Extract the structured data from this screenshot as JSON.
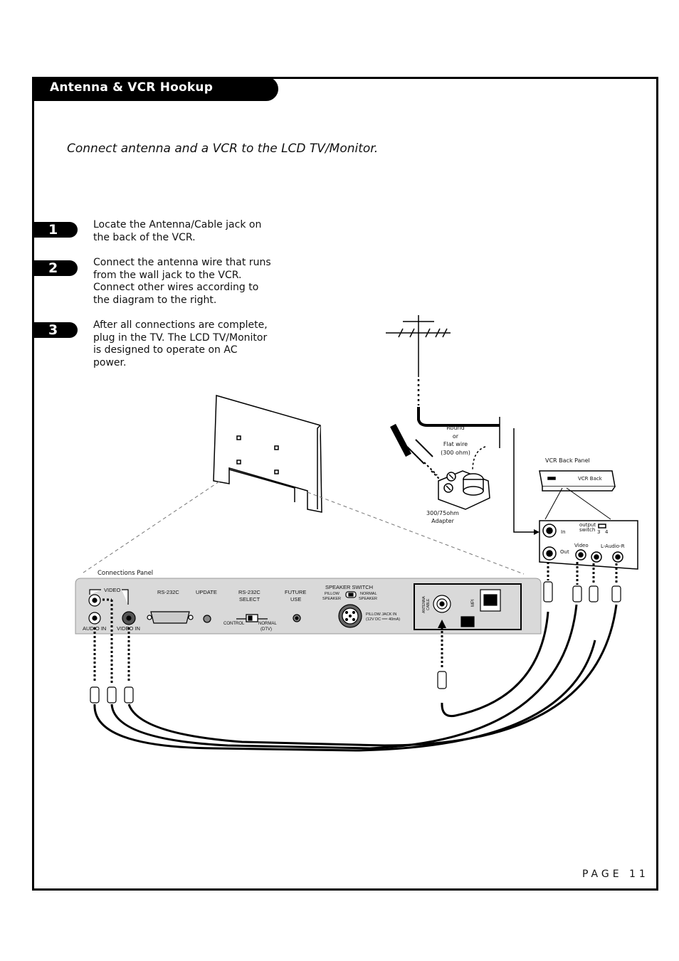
{
  "header": {
    "title": "Antenna & VCR Hookup"
  },
  "subtitle": "Connect antenna and a VCR to the LCD TV/Monitor.",
  "steps": [
    {
      "number": "1",
      "lines": [
        "Locate the Antenna/Cable jack on",
        "the back of the VCR."
      ]
    },
    {
      "number": "2",
      "lines": [
        "Connect the antenna wire that runs",
        "from the wall jack to the VCR.",
        "Connect other wires according to",
        "the diagram to the right."
      ]
    },
    {
      "number": "3",
      "lines": [
        "After all connections are complete,",
        "plug in the TV. The LCD TV/Monitor",
        "is designed to operate on AC power."
      ]
    }
  ],
  "diagram": {
    "wire_label": [
      "Round",
      "or",
      "Flat wire",
      "(300 ohm)"
    ],
    "adapter_label": [
      "300/75ohm",
      "Adapter"
    ],
    "vcr_back_panel_label": "VCR Back Panel",
    "vcr_back_text": "VCR Back",
    "vcr_in": "In",
    "vcr_out": "Out",
    "vcr_output_switch": [
      "output",
      "switch"
    ],
    "vcr_switch_values": [
      "3",
      "4"
    ],
    "vcr_video": "Video",
    "vcr_audio": "L-Audio-R",
    "connections_panel_label": "Connections Panel",
    "panel": {
      "video": "VIDEO",
      "audio_in": "AUDIO IN",
      "video_in": "VIDEO IN",
      "rs232c": "RS-232C",
      "update": "UPDATE",
      "rs232c_select": [
        "RS-232C",
        "SELECT"
      ],
      "control": "CONTROL",
      "normal": "NORMAL",
      "dtv": "(DTV)",
      "future_use": [
        "FUTURE",
        "USE"
      ],
      "speaker_switch": "SPEAKER SWITCH",
      "pillow_speaker": [
        "PILLOW",
        "SPEAKER"
      ],
      "normal_speaker": [
        "NORMAL",
        "SPEAKER"
      ],
      "pillow_jack": [
        "PILLOW JACK IN",
        "(12V DC ══ 40mA)"
      ],
      "antenna_cable": [
        "ANTENNA",
        "CABLE"
      ],
      "mpi": "MPI"
    }
  },
  "footer": {
    "page_label": "PAGE 11"
  }
}
